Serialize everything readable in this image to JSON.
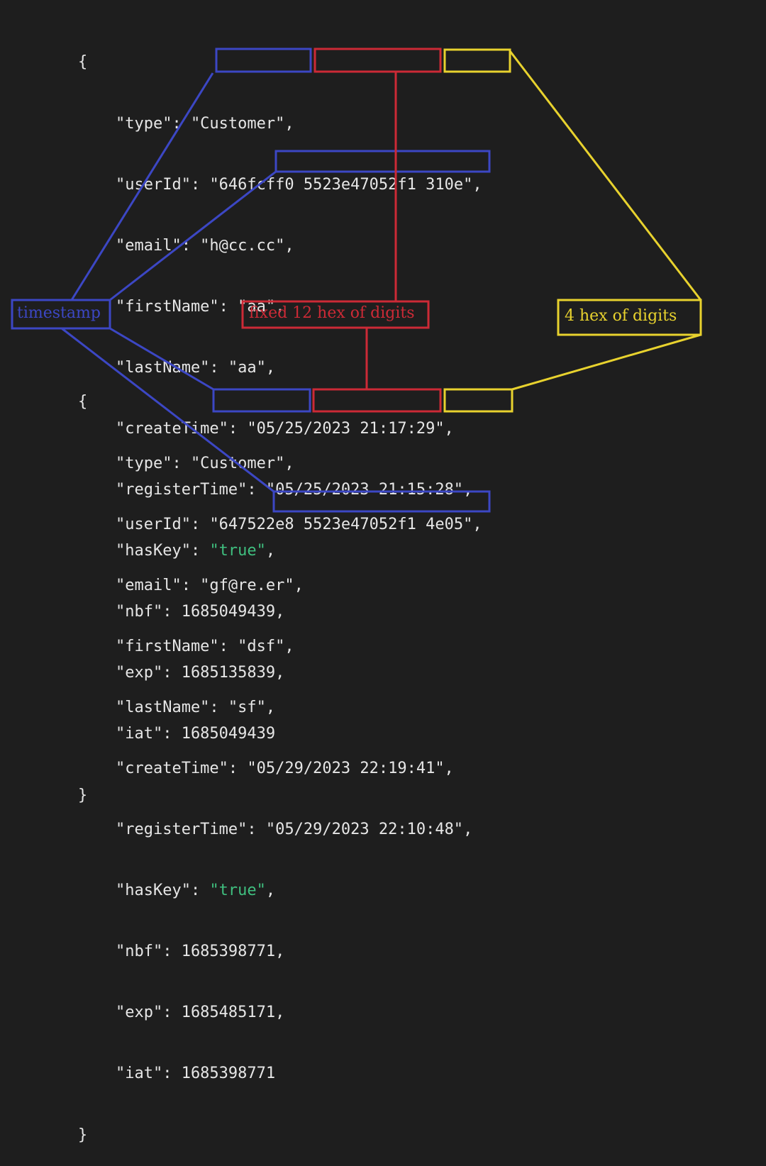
{
  "block1": {
    "open": "{",
    "type_line": "    \"type\": \"Customer\",",
    "userId_key": "    \"userId\": ",
    "userId_ts": "\"646fcff0",
    "userId_fixed": "5523e47052f1",
    "userId_tail": "310e\"",
    "userId_comma": ",",
    "email_line": "    \"email\": \"h@cc.cc\",",
    "firstName_line": "    \"firstName\": \"aa\",",
    "lastName_line": "    \"lastName\": \"aa\",",
    "createTime_line": "    \"createTime\": \"05/25/2023 21:17:29\",",
    "registerTime_key": "    \"registerTime\": ",
    "registerTime_value": "\"05/25/2023 21:15:28\"",
    "registerTime_comma": ",",
    "hasKey_key": "    \"hasKey\": ",
    "hasKey_value": "\"true\"",
    "hasKey_comma": ",",
    "nbf_line": "    \"nbf\": 1685049439,",
    "exp_line": "    \"exp\": 1685135839,",
    "iat_line": "    \"iat\": 1685049439",
    "close": "}"
  },
  "block2": {
    "open": "{",
    "type_line": "    \"type\": \"Customer\",",
    "userId_key": "    \"userId\": ",
    "userId_ts": "\"647522e8",
    "userId_fixed": "5523e47052f1",
    "userId_tail": "4e05\"",
    "userId_comma": ",",
    "email_line": "    \"email\": \"gf@re.er\",",
    "firstName_line": "    \"firstName\": \"dsf\",",
    "lastName_line": "    \"lastName\": \"sf\",",
    "createTime_line": "    \"createTime\": \"05/29/2023 22:19:41\",",
    "registerTime_key": "    \"registerTime\": ",
    "registerTime_value": "\"05/29/2023 22:10:48\"",
    "registerTime_comma": ",",
    "hasKey_key": "    \"hasKey\": ",
    "hasKey_value": "\"true\"",
    "hasKey_comma": ",",
    "nbf_line": "    \"nbf\": 1685398771,",
    "exp_line": "    \"exp\": 1685485171,",
    "iat_line": "    \"iat\": 1685398771",
    "close": "}"
  },
  "annotations": {
    "timestamp_label": "timestamp",
    "fixed_label": "fixed 12 hex of digits",
    "four_label": "4 hex of digits"
  },
  "colors": {
    "background": "#1e1e1e",
    "code_text": "#e6e6e6",
    "boolean_green": "#3fbf7f",
    "timestamp_blue": "#3c47c4",
    "fixed_red": "#cc2a36",
    "four_yellow": "#e8d22e"
  }
}
